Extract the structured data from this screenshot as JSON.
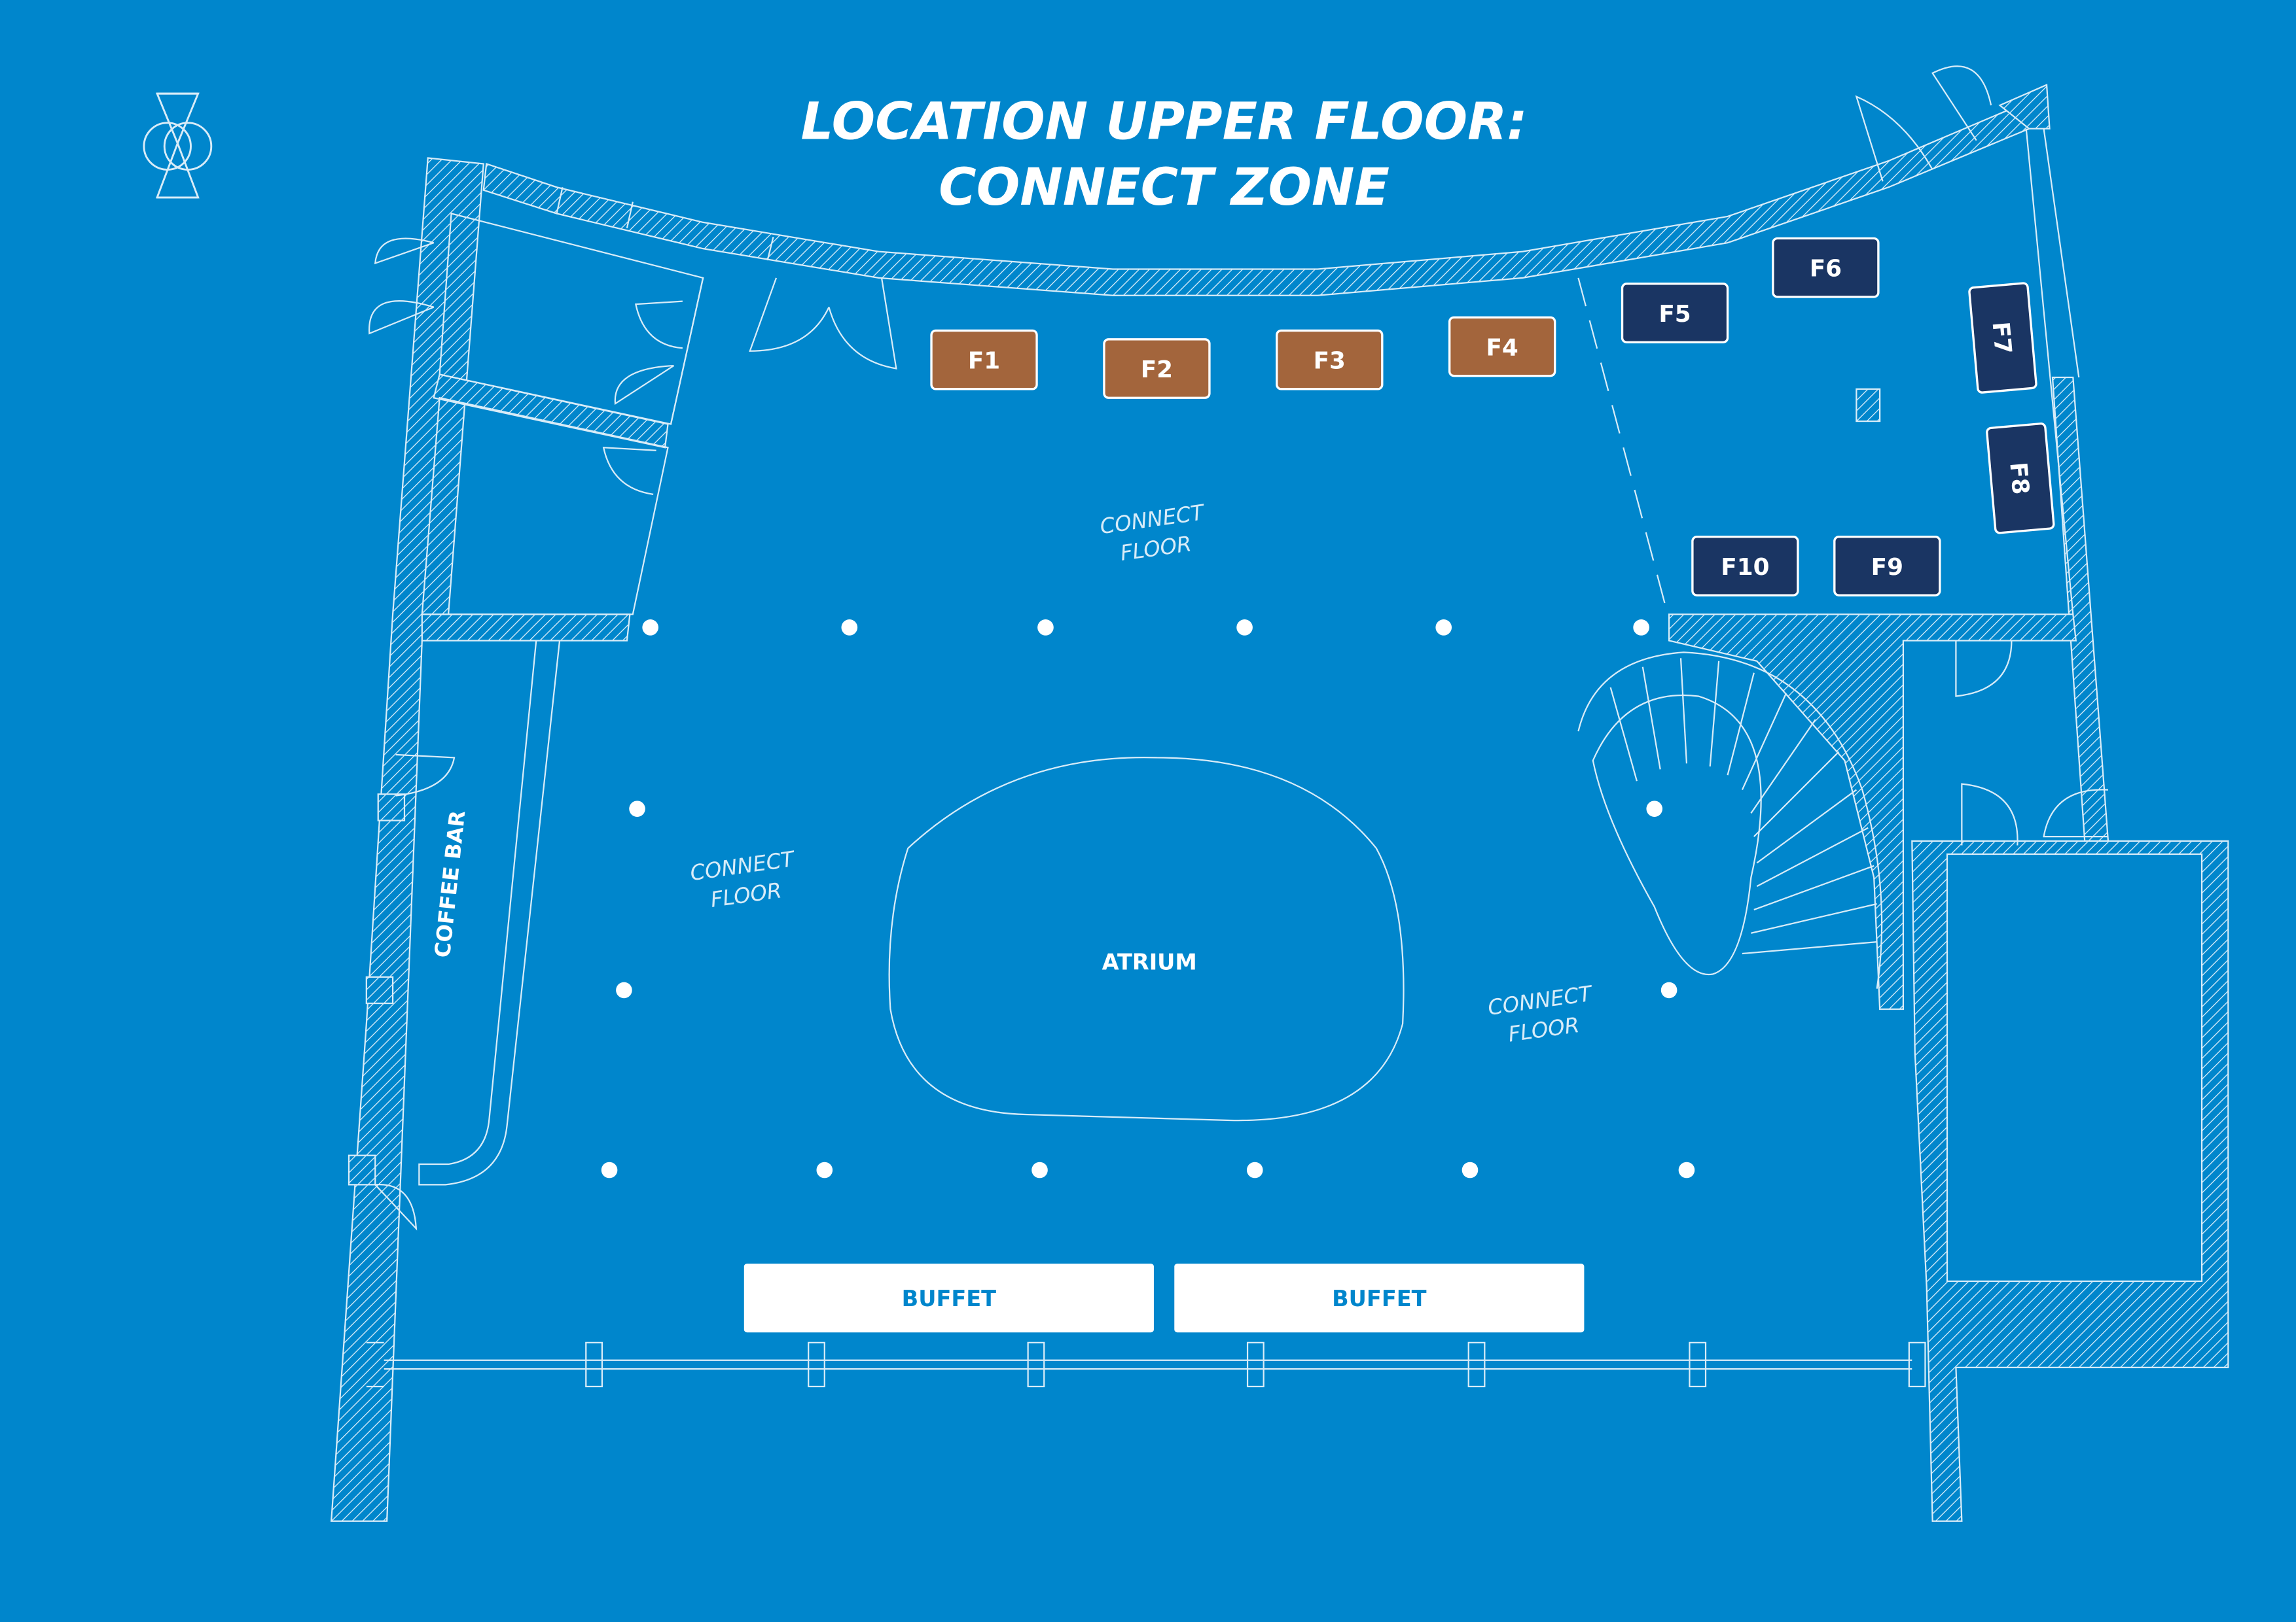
{
  "title": {
    "line1": "LOCATION UPPER FLOOR:",
    "line2": "CONNECT ZONE"
  },
  "colors": {
    "background": "#0086cc",
    "line": "#d8ecf8",
    "booth_brown": "#a3653c",
    "booth_navy": "#1a3563",
    "buffet_fill": "#ffffff",
    "buffet_text": "#0086cc"
  },
  "logo": {
    "icon": "circles-triangle-logo-icon"
  },
  "rooms": {
    "atrium": "ATRIUM",
    "coffee_bar": "COFFEE BAR",
    "connect_floor_top": [
      "CONNECT",
      "FLOOR"
    ],
    "connect_floor_left": [
      "CONNECT",
      "FLOOR"
    ],
    "connect_floor_right": [
      "CONNECT",
      "FLOOR"
    ]
  },
  "buffets": [
    "BUFFET",
    "BUFFET"
  ],
  "booths": [
    {
      "label": "F1",
      "group": "brown"
    },
    {
      "label": "F2",
      "group": "brown"
    },
    {
      "label": "F3",
      "group": "brown"
    },
    {
      "label": "F4",
      "group": "brown"
    },
    {
      "label": "F5",
      "group": "navy"
    },
    {
      "label": "F6",
      "group": "navy"
    },
    {
      "label": "F7",
      "group": "navy"
    },
    {
      "label": "F8",
      "group": "navy"
    },
    {
      "label": "F9",
      "group": "navy"
    },
    {
      "label": "F10",
      "group": "navy"
    }
  ]
}
